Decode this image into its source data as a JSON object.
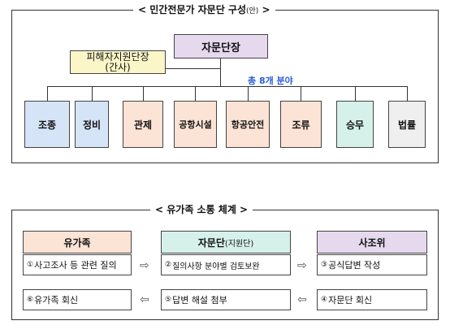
{
  "section1": {
    "title_prefix": "<",
    "title_main": " 민간전문가 자문단 구성",
    "title_paren": "(안)",
    "title_suffix": " >",
    "chair": "자문단장",
    "victim_support": "피해자지원단장",
    "victim_support_role": "(간사)",
    "total_note": "총 8개 분야",
    "fields": [
      "조종",
      "정비",
      "관제",
      "공항시설",
      "항공안전",
      "조류",
      "승무",
      "법률"
    ]
  },
  "section2": {
    "title": "< 유가족 소통 체계 >",
    "heads": {
      "family": "유가족",
      "advisory": "자문단",
      "advisory_sub": "(지원단)",
      "investigation": "사조위"
    },
    "steps": [
      {
        "num": "①",
        "text": "사고조사 등 관련 질의"
      },
      {
        "num": "②",
        "text": "질의사항 분야별 검토보완"
      },
      {
        "num": "③",
        "text": "공식답변 작성"
      },
      {
        "num": "④",
        "text": "자문단 회신"
      },
      {
        "num": "⑤",
        "text": "답변 해설 첨부"
      },
      {
        "num": "⑥",
        "text": "유가족 회신"
      }
    ],
    "arrow_right": "⇨",
    "arrow_left": "⇦"
  },
  "colors": {
    "chair": "#e6d9ee",
    "victim": "#fbf6c8",
    "blue": "#d6e4f7",
    "peach": "#fbe3d5",
    "teal": "#d6f1ea",
    "gray": "#efefef",
    "note": "#2a5fd8"
  }
}
